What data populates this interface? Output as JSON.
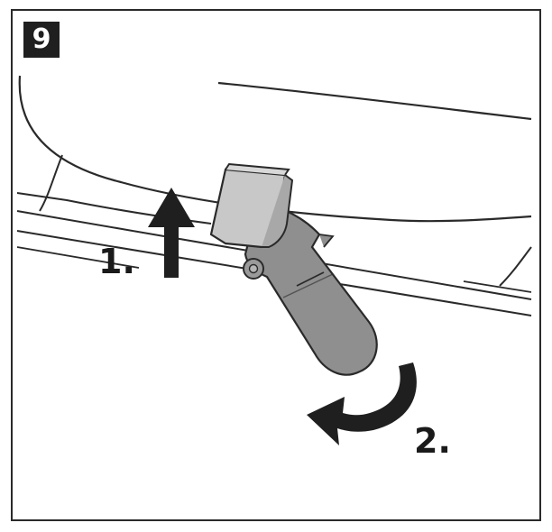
{
  "step": {
    "number": "9"
  },
  "labels": {
    "step1": "1.",
    "step2": "2."
  },
  "colors": {
    "line": "#2a2a2a",
    "arrow": "#1f1f1f",
    "latch_light": "#c8c8c8",
    "latch_dark": "#8f8f8f",
    "background": "#ffffff"
  },
  "icons": {
    "arrow1": "up-arrow-icon",
    "arrow2": "curved-arrow-icon"
  }
}
